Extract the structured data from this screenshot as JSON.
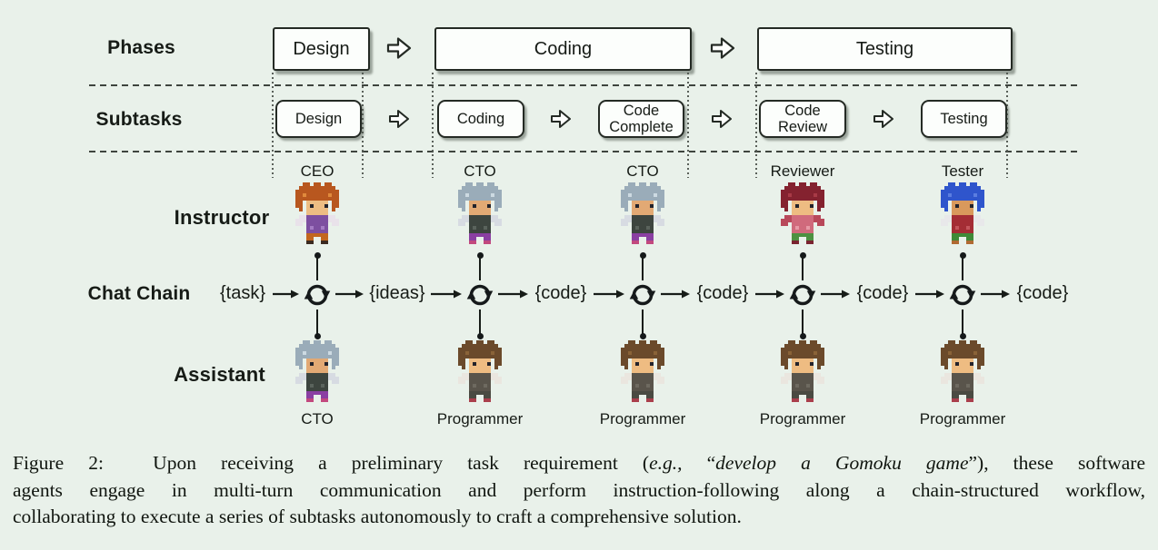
{
  "figure": {
    "row_labels": {
      "phases": "Phases",
      "subtasks": "Subtasks",
      "instructor": "Instructor",
      "chat_chain": "Chat Chain",
      "assistant": "Assistant"
    },
    "phases": [
      "Design",
      "Coding",
      "Testing"
    ],
    "subtasks": [
      "Design",
      "Coding",
      "Code Complete",
      "Code Review",
      "Testing"
    ],
    "columns": [
      {
        "instructor": "CEO",
        "assistant": "CTO",
        "instructor_sprite": "ceo",
        "assistant_sprite": "cto"
      },
      {
        "instructor": "CTO",
        "assistant": "Programmer",
        "instructor_sprite": "cto",
        "assistant_sprite": "programmer"
      },
      {
        "instructor": "CTO",
        "assistant": "Programmer",
        "instructor_sprite": "cto",
        "assistant_sprite": "programmer"
      },
      {
        "instructor": "Reviewer",
        "assistant": "Programmer",
        "instructor_sprite": "reviewer",
        "assistant_sprite": "programmer"
      },
      {
        "instructor": "Tester",
        "assistant": "Programmer",
        "instructor_sprite": "tester",
        "assistant_sprite": "programmer"
      }
    ],
    "chain_tokens": [
      "{task}",
      "{ideas}",
      "{code}",
      "{code}",
      "{code}",
      "{code}"
    ],
    "icons": {
      "flow_arrow": "hollow-right-arrow-icon",
      "loop": "cycle-arrows-icon",
      "link_dot": "endpoint-dot"
    }
  },
  "sprites": {
    "ceo": {
      "h": "#b8571f",
      "H": "#e08a3c",
      "s": "#edbd83",
      "t": "#7d4fa0",
      "T": "#a57cc4",
      "a": "#e9e2ea",
      "p": "#c2661f",
      "f": "#3a2a20"
    },
    "cto": {
      "h": "#9aacb9",
      "H": "#cddae2",
      "s": "#e2a974",
      "t": "#3d453f",
      "T": "#5a635c",
      "a": "#d7dbe2",
      "p": "#8a3fa2",
      "f": "#c2497e"
    },
    "reviewer": {
      "h": "#84222f",
      "H": "#a83a46",
      "s": "#eebc82",
      "t": "#d06a7c",
      "T": "#e79aa6",
      "a": "#b8485a",
      "p": "#4d9141",
      "f": "#7a2430"
    },
    "tester": {
      "h": "#2f55cc",
      "H": "#5b7de0",
      "s": "#d9995c",
      "t": "#a42d35",
      "T": "#c4555c",
      "a": "#e8e8ea",
      "p": "#3f8a38",
      "f": "#b06a32"
    },
    "programmer": {
      "h": "#6b4a2b",
      "H": "#8a6338",
      "s": "#eebc82",
      "t": "#59544b",
      "T": "#6e6a60",
      "a": "#eae6df",
      "p": "#4a4a42",
      "f": "#aa3f4c"
    }
  },
  "colors": {
    "background": "#e9f1ea",
    "box_fill": "#fcfefc",
    "outline": "#242a24",
    "line": "#171c18"
  },
  "caption": {
    "line1": {
      "a": "Figure 2:  Upon receiving a preliminary task requirement (",
      "b": "e.g.,",
      "c": " “",
      "d": "develop a Gomoku game",
      "e": "”), these software"
    },
    "line2": "agents engage in multi-turn communication and perform instruction-following along a chain-structured workflow,",
    "line3": "collaborating to execute a series of subtasks autonomously to craft a comprehensive solution."
  }
}
